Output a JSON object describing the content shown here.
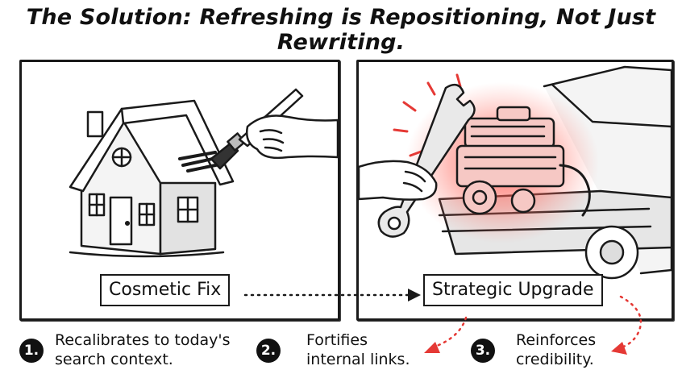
{
  "title": "The Solution: Refreshing is Repositioning, Not Just Rewriting.",
  "left_panel": {
    "label": "Cosmetic Fix"
  },
  "right_panel": {
    "label": "Strategic Upgrade"
  },
  "points": [
    {
      "number": "1.",
      "text": "Recalibrates to today's\nsearch context."
    },
    {
      "number": "2.",
      "text": "Fortifies\ninternal links."
    },
    {
      "number": "3.",
      "text": "Reinforces\ncredibility."
    }
  ],
  "colors": {
    "accent_red": "#e53935",
    "ink": "#1a1a1a"
  }
}
